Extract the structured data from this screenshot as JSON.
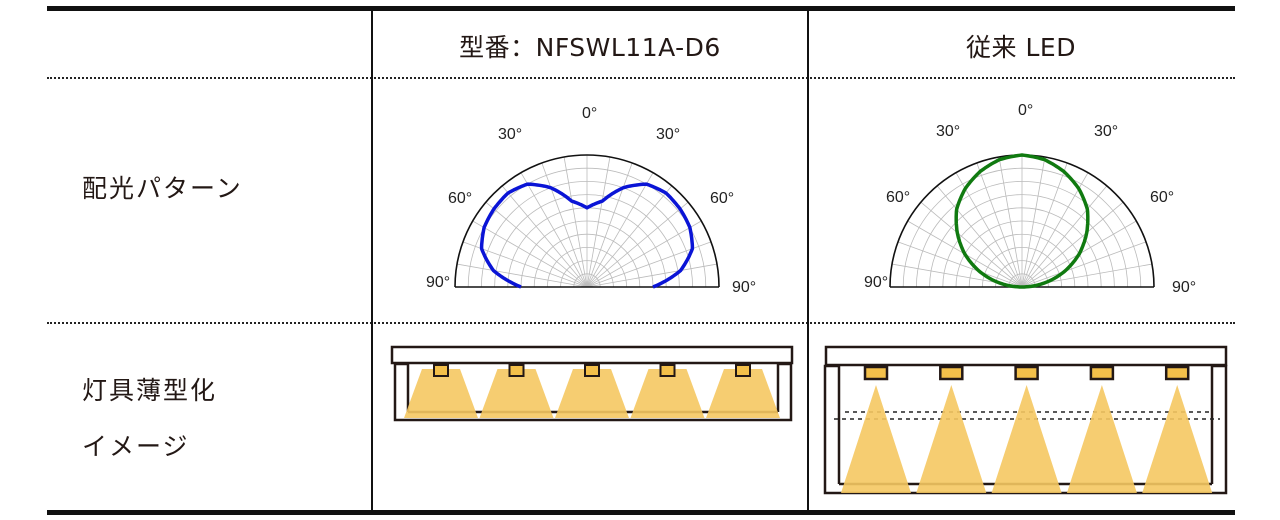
{
  "table": {
    "columns": [
      {
        "label": "型番：NFSWL11A-D6"
      },
      {
        "label": "従来 LED"
      }
    ],
    "rows": [
      {
        "label": "配光パターン"
      },
      {
        "label_lines": [
          "灯具薄型化",
          "イメージ"
        ]
      }
    ]
  },
  "polar": {
    "angle_labels": {
      "top": "0°",
      "upper_left": "30°",
      "upper_right": "30°",
      "mid_left": "60°",
      "mid_right": "60°",
      "bottom_left": "90°",
      "bottom_right": "90°"
    },
    "series": [
      {
        "name": "NFSWL11A-D6",
        "color": "#0a14d6",
        "relative_intensity_by_angle": {
          "0": 0.6,
          "10": 0.66,
          "20": 0.8,
          "30": 0.9,
          "40": 0.93,
          "50": 0.92,
          "60": 0.9,
          "70": 0.85,
          "80": 0.72,
          "90": 0.5
        }
      },
      {
        "name": "従来 LED",
        "color": "#107a10",
        "relative_intensity_by_angle": {
          "0": 1.0,
          "10": 0.98,
          "20": 0.93,
          "30": 0.86,
          "40": 0.77,
          "50": 0.64,
          "60": 0.5,
          "70": 0.34,
          "80": 0.17,
          "90": 0.0
        }
      }
    ]
  },
  "illustration": {
    "led_count": 5,
    "beam_color": "#f5c862",
    "led_color": "#f4c04a",
    "outline_color": "#231815"
  }
}
